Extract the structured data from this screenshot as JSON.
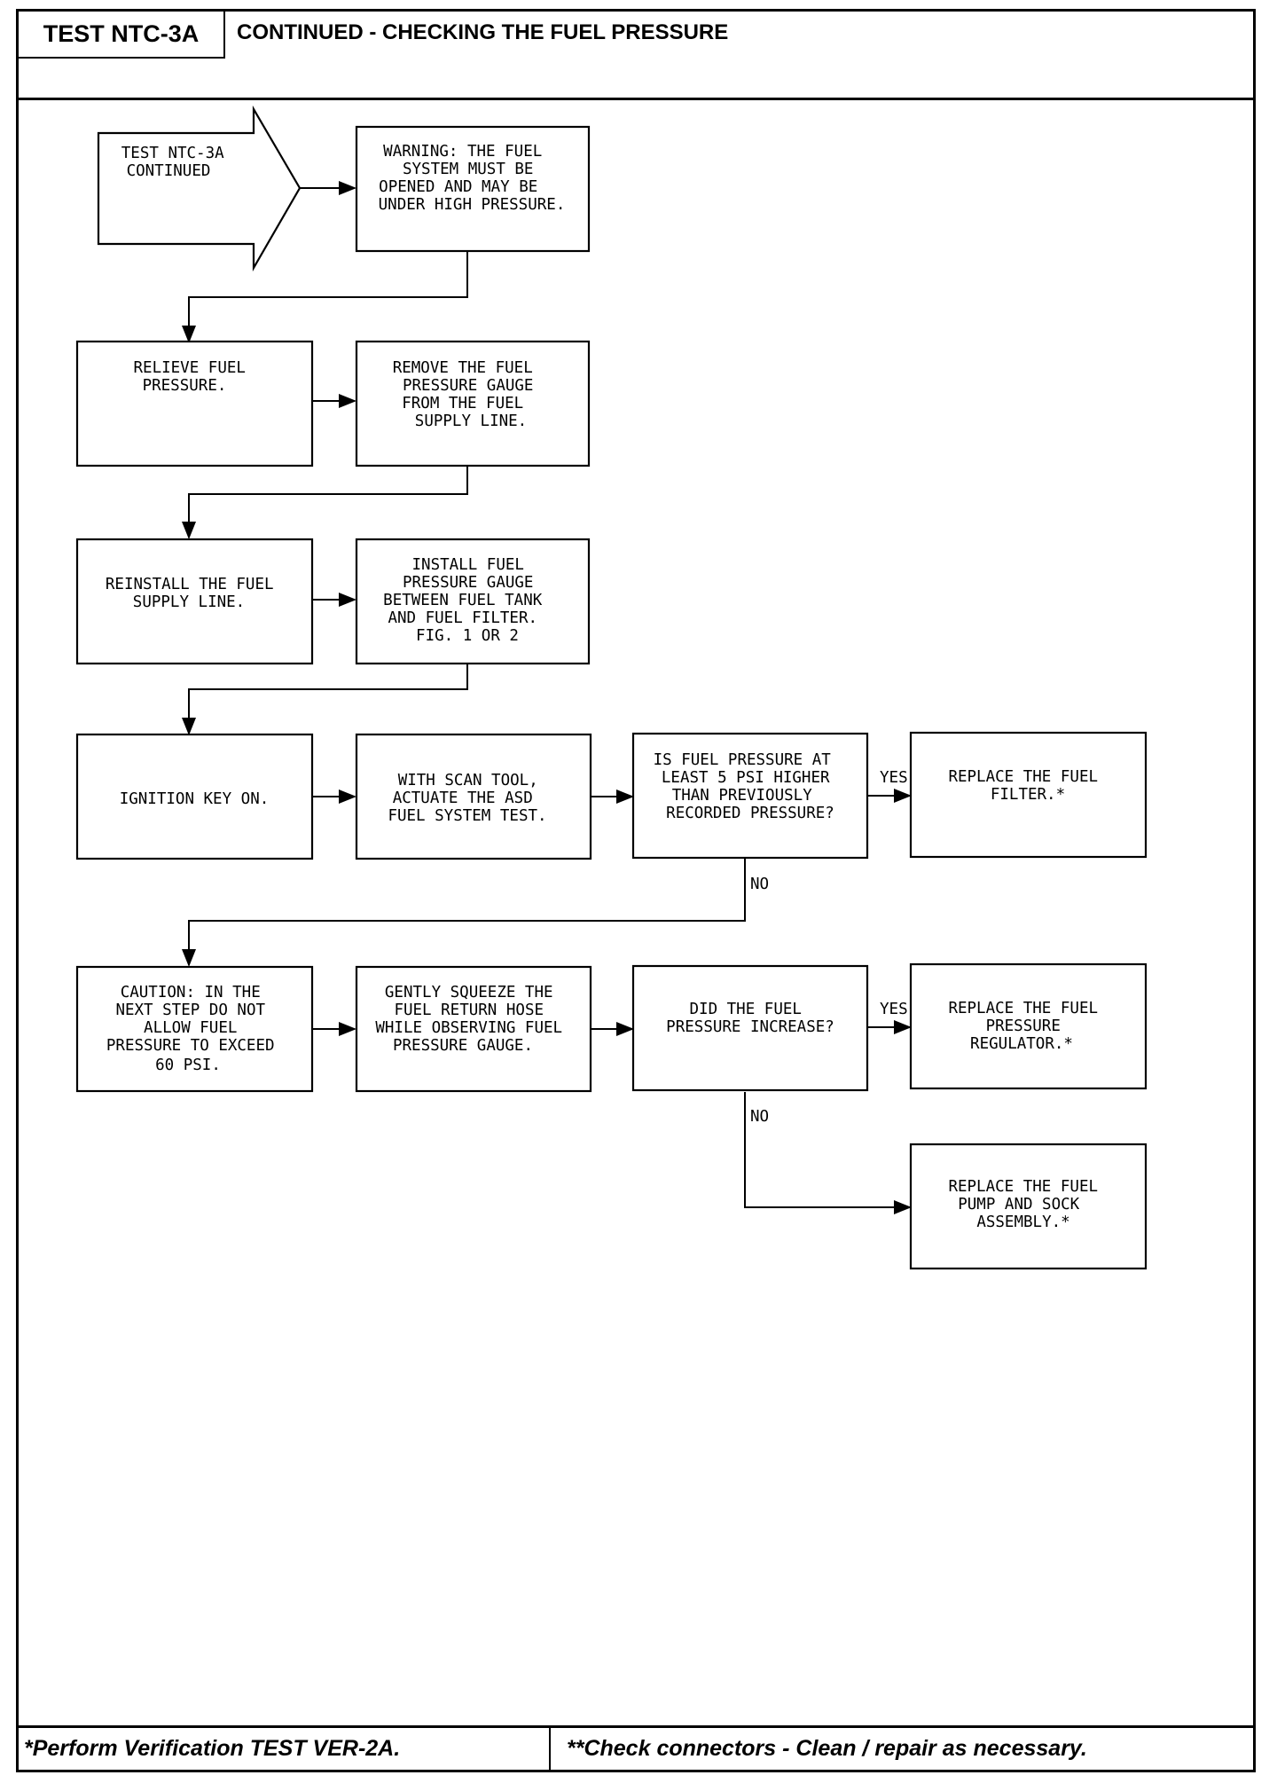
{
  "header": {
    "test_id": "TEST NTC-3A",
    "title": "CONTINUED - CHECKING THE FUEL PRESSURE"
  },
  "flowchart": {
    "start": [
      "TEST NTC-3A",
      "CONTINUED"
    ],
    "warning": [
      "WARNING: THE FUEL",
      "SYSTEM MUST BE",
      "OPENED AND MAY BE",
      "UNDER HIGH PRESSURE."
    ],
    "relieve": [
      "RELIEVE FUEL",
      "PRESSURE."
    ],
    "remove_gauge": [
      "REMOVE THE FUEL",
      "PRESSURE GAUGE",
      "FROM THE FUEL",
      "SUPPLY LINE."
    ],
    "reinstall": [
      "REINSTALL THE FUEL",
      "SUPPLY LINE."
    ],
    "install_gauge": [
      "INSTALL FUEL",
      "PRESSURE GAUGE",
      "BETWEEN FUEL TANK",
      "AND FUEL FILTER.",
      "FIG. 1 OR 2"
    ],
    "ignition": [
      "IGNITION KEY ON."
    ],
    "scan_tool": [
      "WITH SCAN TOOL,",
      "ACTUATE THE ASD",
      "FUEL SYSTEM TEST."
    ],
    "question1": [
      "IS FUEL PRESSURE AT",
      "LEAST 5 PSI HIGHER",
      "THAN PREVIOUSLY",
      "RECORDED PRESSURE?"
    ],
    "replace_filter": [
      "REPLACE THE FUEL",
      "FILTER.*"
    ],
    "caution": [
      "CAUTION: IN THE",
      "NEXT STEP DO NOT",
      "ALLOW FUEL",
      "PRESSURE TO EXCEED",
      "60 PSI."
    ],
    "squeeze": [
      "GENTLY SQUEEZE THE",
      "FUEL RETURN HOSE",
      "WHILE OBSERVING FUEL",
      "PRESSURE GAUGE."
    ],
    "question2": [
      "DID THE FUEL",
      "PRESSURE INCREASE?"
    ],
    "replace_regulator": [
      "REPLACE THE FUEL",
      "PRESSURE",
      "REGULATOR.*"
    ],
    "replace_pump": [
      "REPLACE THE FUEL",
      "PUMP AND SOCK",
      "ASSEMBLY.*"
    ],
    "yes_label": "YES",
    "no_label": "NO"
  },
  "footer": {
    "left": "*Perform Verification TEST VER-2A.",
    "right": "**Check connectors - Clean / repair as necessary."
  }
}
